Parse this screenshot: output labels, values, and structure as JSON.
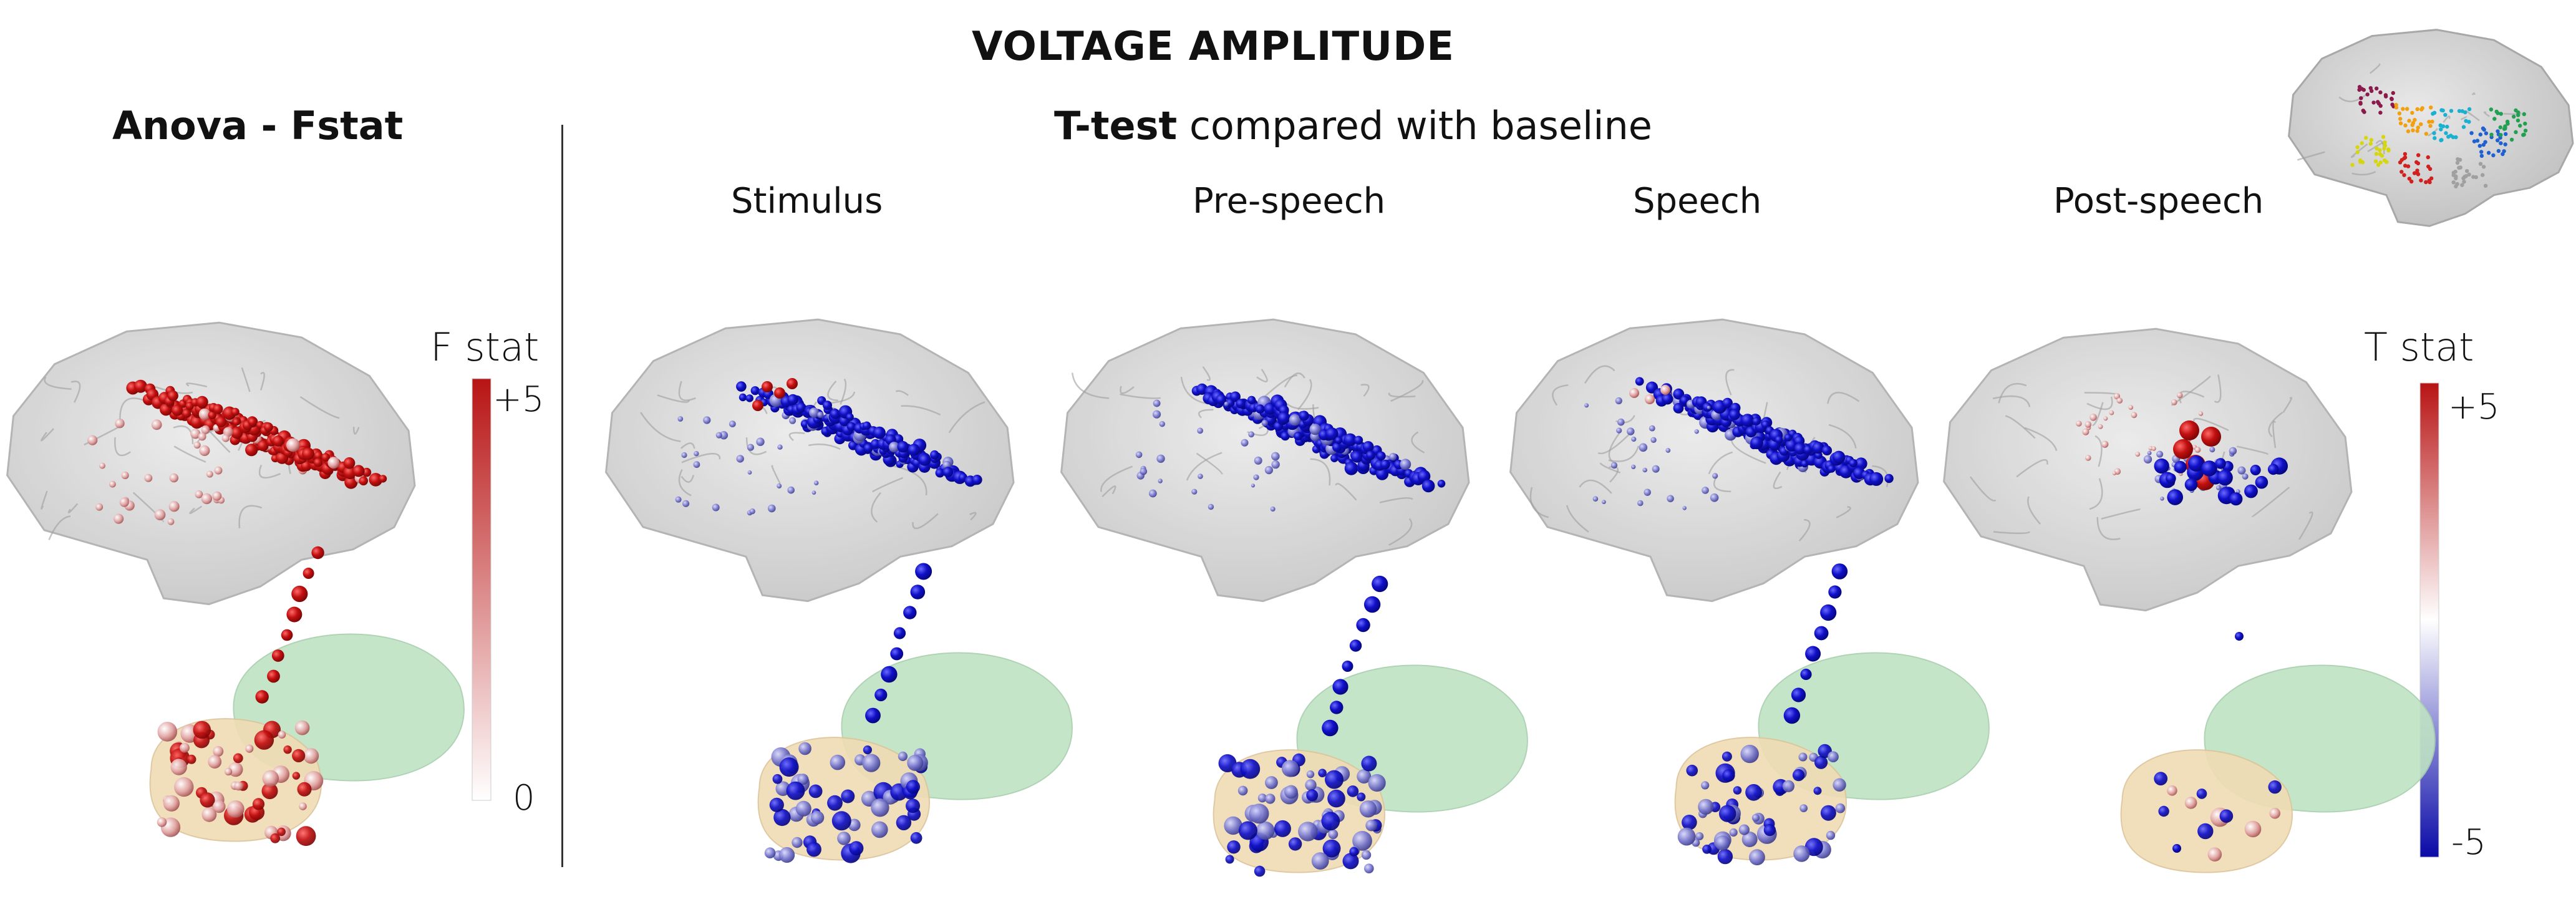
{
  "header": {
    "main_title": "VOLTAGE AMPLITUDE",
    "anova_title": "Anova - Fstat",
    "ttest_bold": "T-test",
    "ttest_rest": " compared with baseline"
  },
  "conditions": [
    {
      "label": "Stimulus"
    },
    {
      "label": "Pre-speech"
    },
    {
      "label": "Speech"
    },
    {
      "label": "Post-speech"
    }
  ],
  "colorbars": {
    "f": {
      "title": "F stat",
      "max_label": "+5",
      "min_label": "0",
      "max_value": 5,
      "min_value": 0,
      "colors": [
        "#b81414",
        "#ffffff"
      ]
    },
    "t": {
      "title": "T stat",
      "max_label": "+5",
      "min_label": "-5",
      "max_value": 5,
      "min_value": -5,
      "colors": [
        "#b81414",
        "#ffffff",
        "#0a0aa8"
      ]
    }
  },
  "colors": {
    "brain": "#cfcfcf",
    "positive": "#b50f0f",
    "negative": "#0b0ba5",
    "region_green": "#bfe3c4",
    "region_tan": "#f0dcb4",
    "divider": "#333333"
  },
  "icons": [
    "brain-lateral-icon",
    "brain-atlas-inset-icon"
  ]
}
